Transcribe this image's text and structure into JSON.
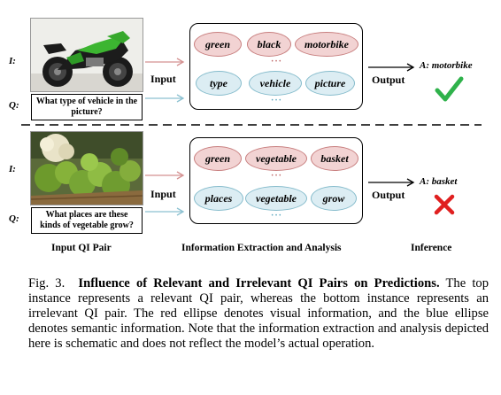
{
  "figure": {
    "rows": [
      {
        "i_label": "I:",
        "q_label": "Q:",
        "question": "What type of vehicle in the picture?",
        "input_label": "Input",
        "visual_terms": [
          "green",
          "black",
          "motorbike"
        ],
        "semantic_terms": [
          "type",
          "vehicle",
          "picture"
        ],
        "visual_dots": "···",
        "semantic_dots": "···",
        "output_label": "Output",
        "answer": "A: motorbike",
        "result_icon": "check-icon",
        "result_color": "#2fb24b"
      },
      {
        "i_label": "I:",
        "q_label": "Q:",
        "question": "What places are these kinds of vegetable grow?",
        "input_label": "Input",
        "visual_terms": [
          "green",
          "vegetable",
          "basket"
        ],
        "semantic_terms": [
          "places",
          "vegetable",
          "grow"
        ],
        "visual_dots": "···",
        "semantic_dots": "···",
        "output_label": "Output",
        "answer": "A: basket",
        "result_icon": "cross-icon",
        "result_color": "#e02020"
      }
    ],
    "column_labels": {
      "input": "Input QI Pair",
      "analysis": "Information Extraction and Analysis",
      "inference": "Inference"
    },
    "colors": {
      "visual_fill": "#f2d3d3",
      "visual_border": "#c87f7f",
      "semantic_fill": "#dcedf3",
      "semantic_border": "#86bccc"
    }
  },
  "caption": {
    "fig_label": "Fig. 3.",
    "title": "Influence of Relevant and Irrelevant QI Pairs on Predictions.",
    "body": "The top instance represents a relevant QI pair, whereas the bottom instance represents an irrelevant QI pair. The red ellipse denotes visual information, and the blue ellipse denotes semantic information. Note that the information extraction and analysis depicted here is schematic and does not reflect the model’s actual operation."
  }
}
